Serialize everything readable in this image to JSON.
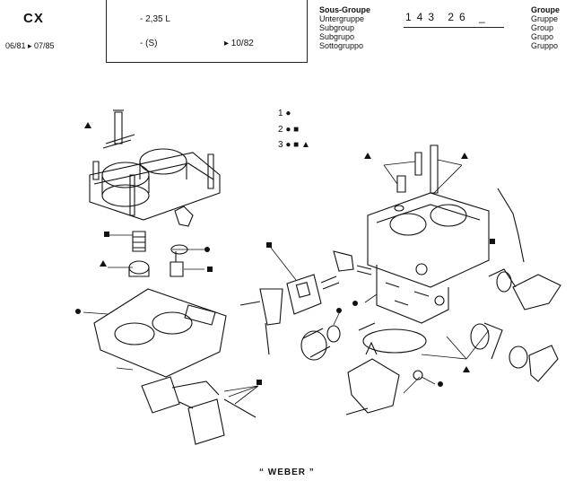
{
  "header": {
    "model": "CX",
    "dates": "06/81 ▸ 07/85",
    "engine": "- 2,35 L",
    "variant": "- (S)",
    "from_date": "▸  10/82",
    "subgroup_labels": [
      "Sous-Groupe",
      "Untergruppe",
      "Subgroup",
      "Subgrupo",
      "Sottogruppo"
    ],
    "group_labels": [
      "Groupe",
      "Gruppe",
      "Group",
      "Grupo",
      "Gruppo"
    ],
    "group_code": "143 26 _"
  },
  "legend": {
    "items": [
      "1 ●",
      "2 ● ■",
      "3 ● ■ ▲"
    ]
  },
  "footer": {
    "brand": "“ WEBER ”"
  }
}
